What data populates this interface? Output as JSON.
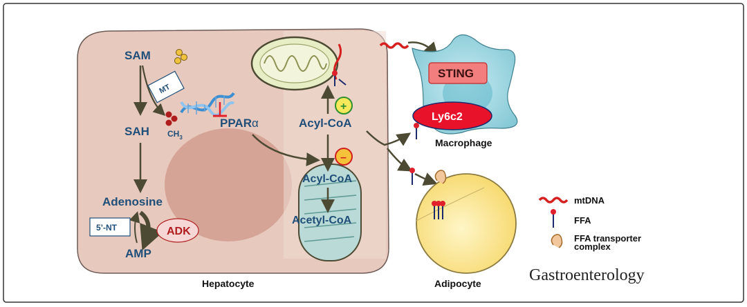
{
  "hepatocyte": {
    "label": "Hepatocyte",
    "sam": "SAM",
    "sah": "SAH",
    "adenosine": "Adenosine",
    "amp": "AMP",
    "mt": "MT",
    "nt": "5’-NT",
    "adk": "ADK",
    "ch3": "CH",
    "ch3_sub": "3",
    "ppar": "PPAR",
    "ppar_symbol": "α",
    "acyl_coa_top": "Acyl-CoA",
    "acyl_coa_mito": "Acyl-CoA",
    "acetyl_coa": "Acetyl-CoA",
    "plus": "+",
    "minus": "–"
  },
  "macrophage": {
    "label": "Macrophage",
    "sting": "STING",
    "ly6c2": "Ly6c2"
  },
  "adipocyte": {
    "label": "Adipocyte"
  },
  "legend": {
    "mtdna": "mtDNA",
    "ffa": "FFA",
    "ffa_transporter_line1": "FFA transporter",
    "ffa_transporter_line2": "complex"
  },
  "journal": "Gastroenterology",
  "colors": {
    "cell_fill": "#e7c9bd",
    "nucleus_fill": "#d5a497",
    "arrow": "#4d4a33",
    "label_blue": "#1f4e79",
    "inhibit_red": "#e0202a",
    "sting_fill": "#f27e7e",
    "ly6c2_fill": "#e8132a",
    "macrophage_fill": "#97d4df",
    "adipocyte_fill": "#fce9a2",
    "mito_outer": "#e7eec5",
    "mito2_fill": "#b9dad6"
  }
}
